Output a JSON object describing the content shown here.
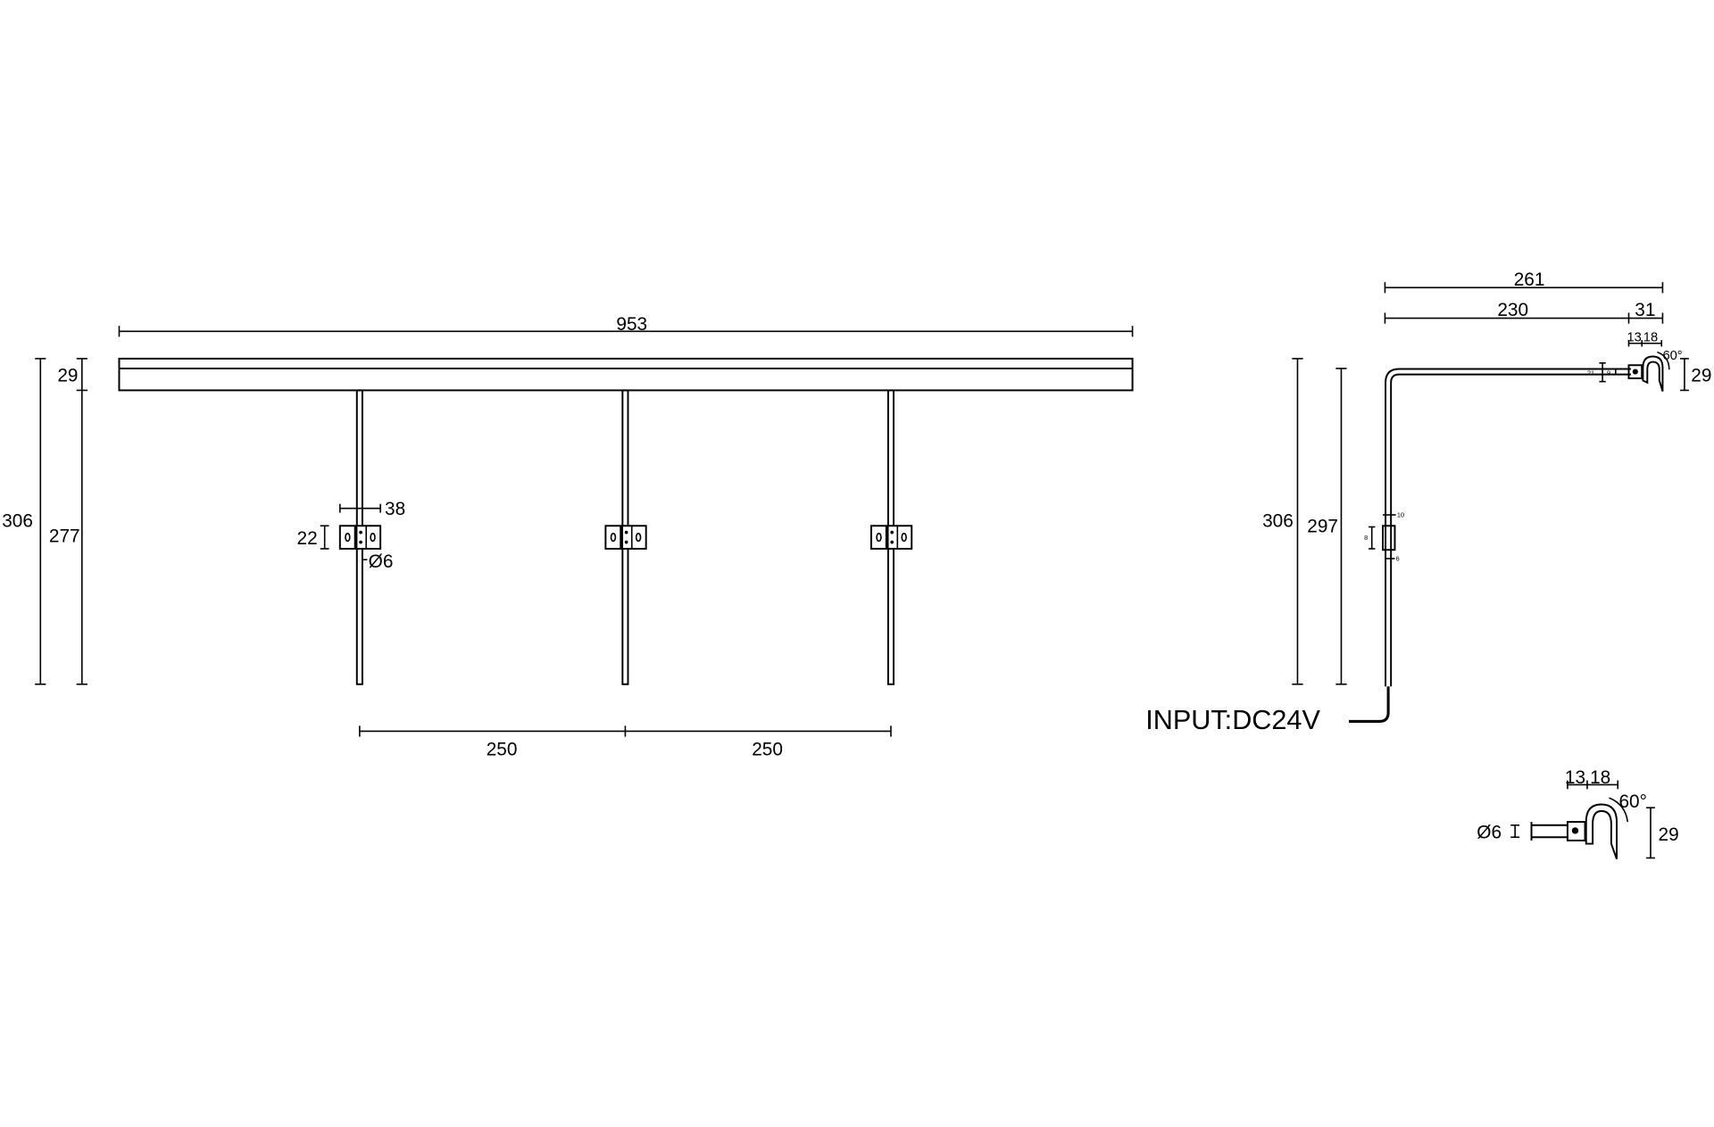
{
  "front_view": {
    "overall_length": "953",
    "overall_height": "306",
    "bar_height": "29",
    "post_height": "277",
    "bracket_width": "38",
    "bracket_height": "22",
    "hole_diameter": "Ø6",
    "spacing_left": "250",
    "spacing_right": "250"
  },
  "side_view": {
    "total_reach": "261",
    "arm_reach": "230",
    "head_length": "31",
    "head_dim_a": "13",
    "head_dim_b": "18",
    "head_angle": "60°",
    "head_height": "29",
    "arm_dim_small_a": "21",
    "arm_dim_small_b": "9",
    "overall_height": "306",
    "arm_height": "297",
    "bracket_dim_a": "8",
    "bracket_dim_b": "10",
    "bracket_dim_c": "6",
    "input_label": "INPUT:DC24V"
  },
  "head_detail": {
    "dim_a": "13",
    "dim_b": "18",
    "angle": "60°",
    "tube_diameter": "Ø6",
    "height": "29"
  }
}
